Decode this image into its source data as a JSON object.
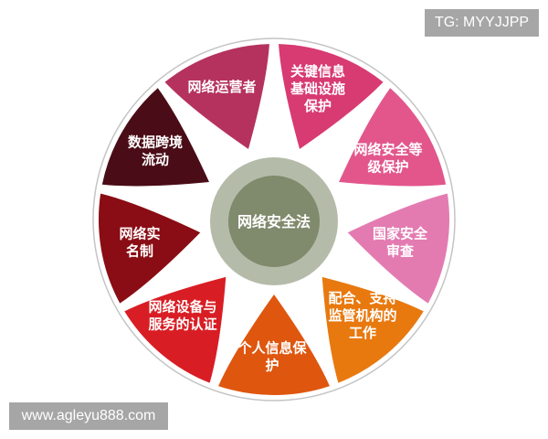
{
  "center": {
    "label": "网络安全法",
    "ring_color": "#b5bba9",
    "core_color": "#808a6c"
  },
  "segments": [
    {
      "lines": [
        "网络运营者"
      ],
      "color": "#b5325e"
    },
    {
      "lines": [
        "关键信息",
        "基础设施",
        "保护"
      ],
      "color": "#d83a72"
    },
    {
      "lines": [
        "网络安全等",
        "级保护"
      ],
      "color": "#e2568c"
    },
    {
      "lines": [
        "国家安全",
        "审查"
      ],
      "color": "#e37bb1"
    },
    {
      "lines": [
        "配合、支持",
        "监管机构的",
        "工作"
      ],
      "color": "#e8790f"
    },
    {
      "lines": [
        "个人信息保",
        "护"
      ],
      "color": "#df560f"
    },
    {
      "lines": [
        "网络设备与",
        "服务的认证"
      ],
      "color": "#d81e24"
    },
    {
      "lines": [
        "网络实",
        "名制"
      ],
      "color": "#8a0c14"
    },
    {
      "lines": [
        "数据跨境",
        "流动"
      ],
      "color": "#4a0c16"
    }
  ],
  "watermarks": {
    "top_right": "TG: MYYJJPP",
    "bottom_left": "www.agleyu888.com"
  }
}
